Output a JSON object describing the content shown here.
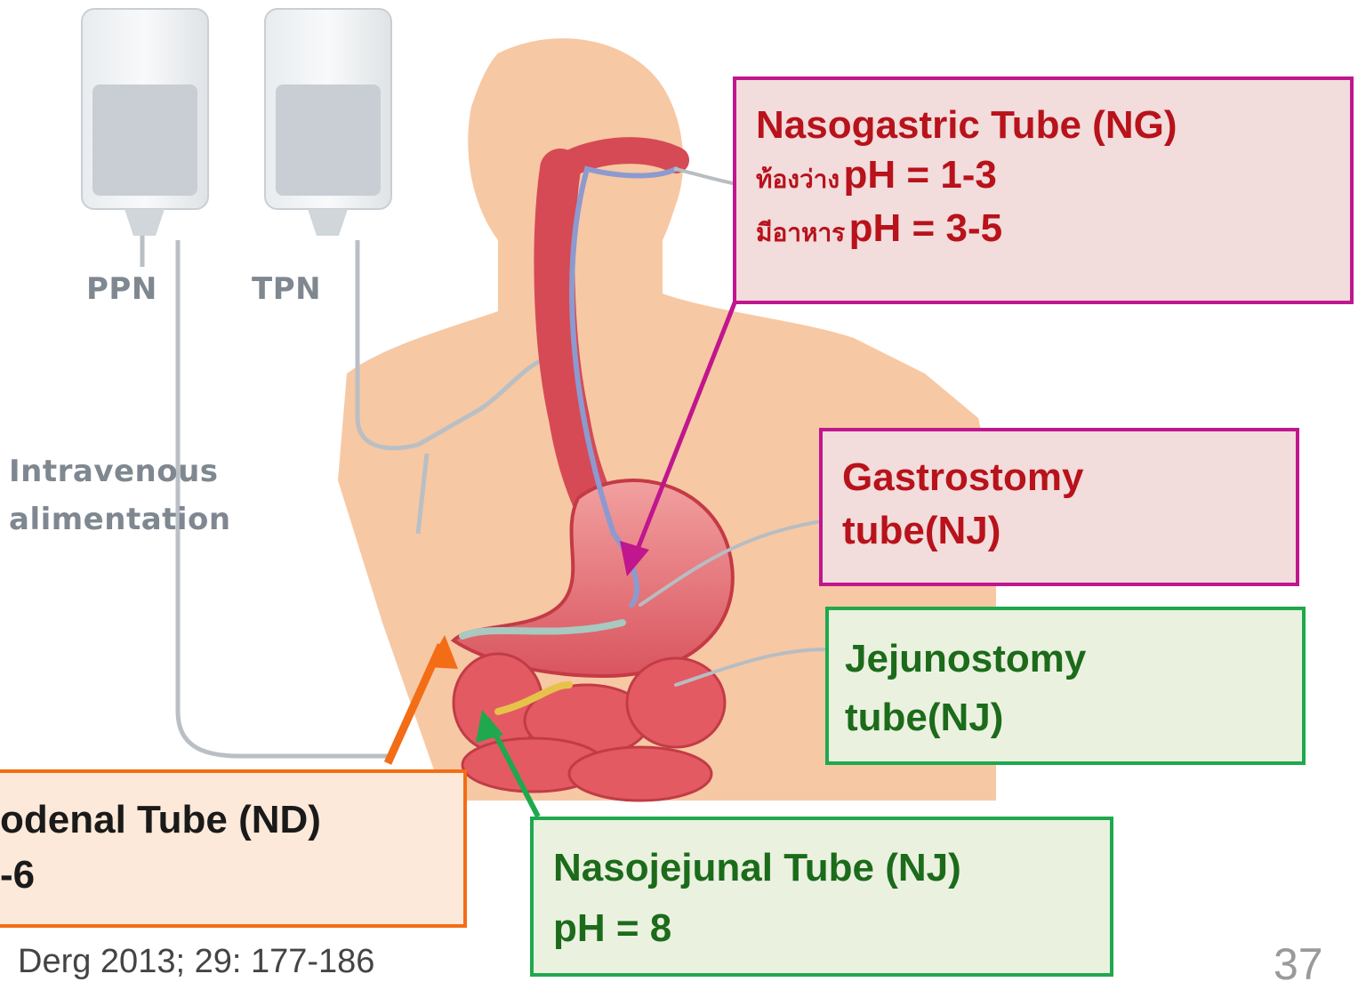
{
  "iv_labels": {
    "ppn": "PPN",
    "tpn": "TPN",
    "intravenous_line1": "Intravenous",
    "intravenous_line2": "alimentation"
  },
  "callouts": {
    "ng": {
      "title": "Nasogastric Tube (NG)",
      "empty_prefix": "ท้องว่าง",
      "empty_ph": "pH = 1-3",
      "fed_prefix": "มีอาหาร",
      "fed_ph": "pH = 3-5"
    },
    "gastrostomy": {
      "line1": "Gastrostomy",
      "line2": "tube(NJ)"
    },
    "jejunostomy": {
      "line1": "Jejunostomy",
      "line2": "tube(NJ)"
    },
    "nd": {
      "line1": "odenal Tube (ND)",
      "line2": "-6"
    },
    "nj": {
      "line1": "Nasojejunal Tube (NJ)",
      "line2": "pH = 8"
    }
  },
  "footer": {
    "reference": "Derg 2013; 29: 177-186",
    "page_number": "37"
  },
  "colors": {
    "ng_border": "#c0168e",
    "ng_text": "#b8121b",
    "nj_border": "#1fa84d",
    "nj_text": "#1b6b1b",
    "nd_border": "#f36d16"
  }
}
